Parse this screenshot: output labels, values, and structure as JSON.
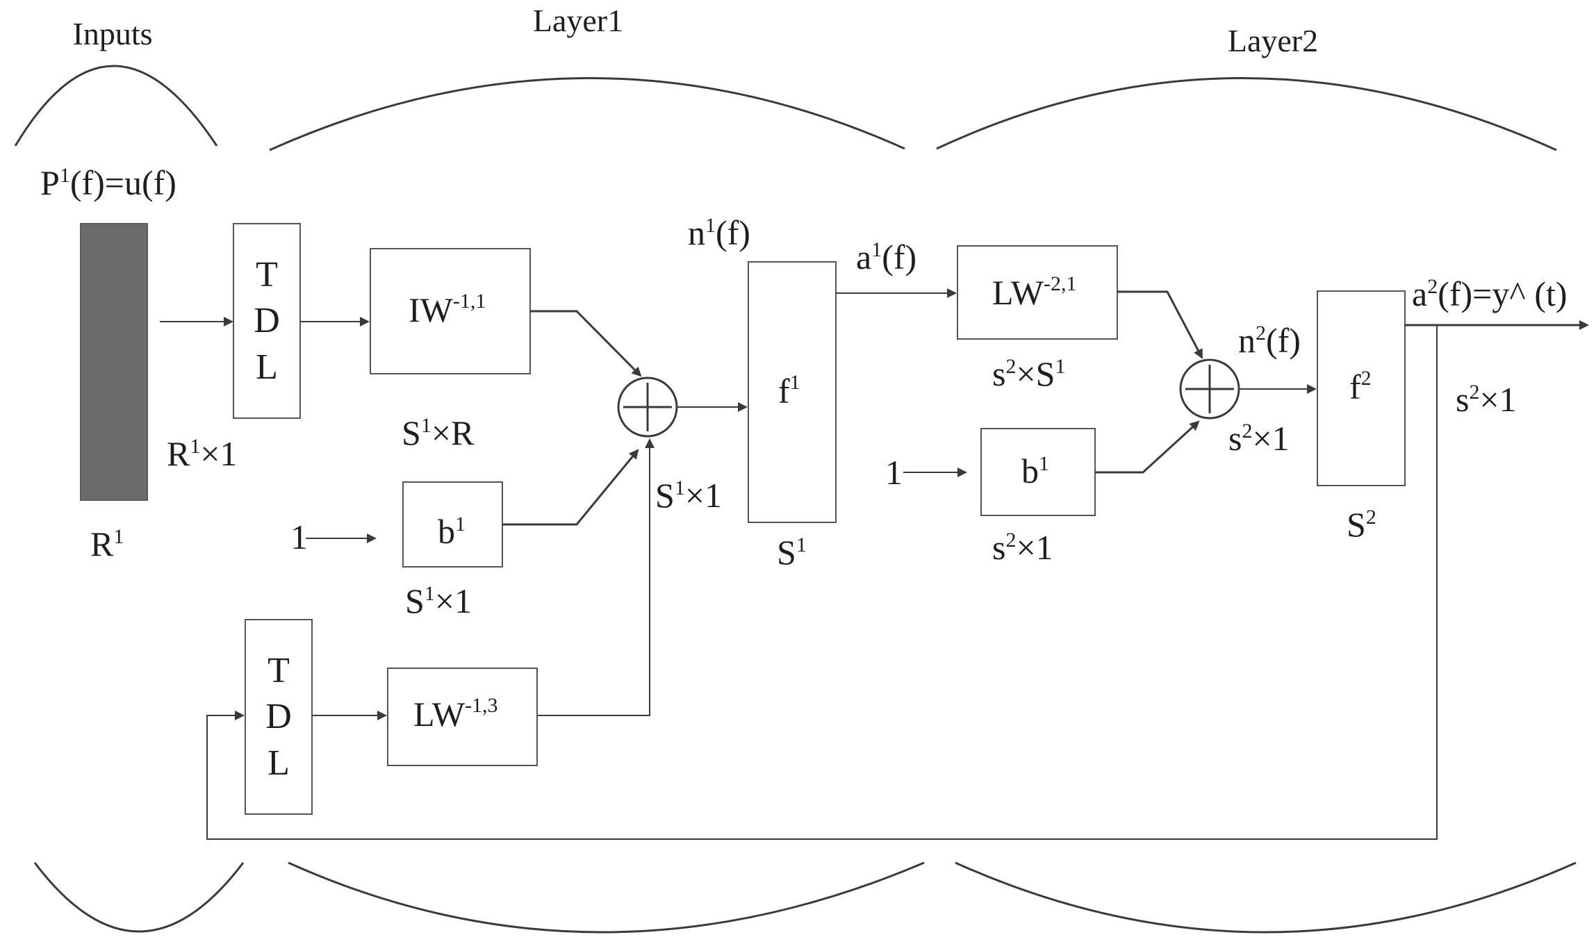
{
  "headers": {
    "inputs": "Inputs",
    "layer1": "Layer1",
    "layer2": "Layer2"
  },
  "input": {
    "signal": {
      "base": "P",
      "sup": "1",
      "rest": "(f)=u(f)"
    },
    "size": {
      "base": "R",
      "sup": "1"
    }
  },
  "tdl_top": {
    "letters": [
      "T",
      "D",
      "L"
    ],
    "dim": {
      "base": "R",
      "sup": "1",
      "rest": "×1"
    }
  },
  "tdl_bottom": {
    "letters": [
      "T",
      "D",
      "L"
    ]
  },
  "iw": {
    "base": "IW",
    "sup": "-1,1",
    "dim": {
      "base": "S",
      "sup": "1",
      "rest": "×R"
    }
  },
  "b1": {
    "base": "b",
    "sup": "1",
    "input": "1",
    "dim": {
      "base": "S",
      "sup": "1",
      "rest": "×1"
    }
  },
  "lw13": {
    "base": "LW",
    "sup": "-1,3"
  },
  "sum1": {
    "dim": {
      "base": "S",
      "sup": "1",
      "rest": "×1"
    }
  },
  "n1": {
    "base": "n",
    "sup": "1",
    "rest": "(f)"
  },
  "f1": {
    "base": "f",
    "sup": "1",
    "size": {
      "base": "S",
      "sup": "1"
    }
  },
  "a1": {
    "base": "a",
    "sup": "1",
    "rest": "(f)"
  },
  "lw21": {
    "base": "LW",
    "sup": "-2,1",
    "dim": {
      "base": "s",
      "sup": "2",
      "rest": "×S",
      "sup2": "1"
    }
  },
  "b2": {
    "base": "b",
    "sup": "1",
    "input": "1",
    "dim": {
      "base": "s",
      "sup": "2",
      "rest": "×1"
    }
  },
  "n2": {
    "base": "n",
    "sup": "2",
    "rest": "(f)"
  },
  "sum2": {
    "dim": {
      "base": "s",
      "sup": "2",
      "rest": "×1"
    }
  },
  "f2": {
    "base": "f",
    "sup": "2",
    "size": {
      "base": "S",
      "sup": "2"
    }
  },
  "output": {
    "base": "a",
    "sup": "2",
    "rest": "(f)=y^ (t)",
    "dim": {
      "base": "s",
      "sup": "2",
      "rest": "×1"
    }
  },
  "colors": {
    "ink": "#3a3a3a",
    "input_bar": "#6b6b6b",
    "box_stroke": "#555555"
  }
}
